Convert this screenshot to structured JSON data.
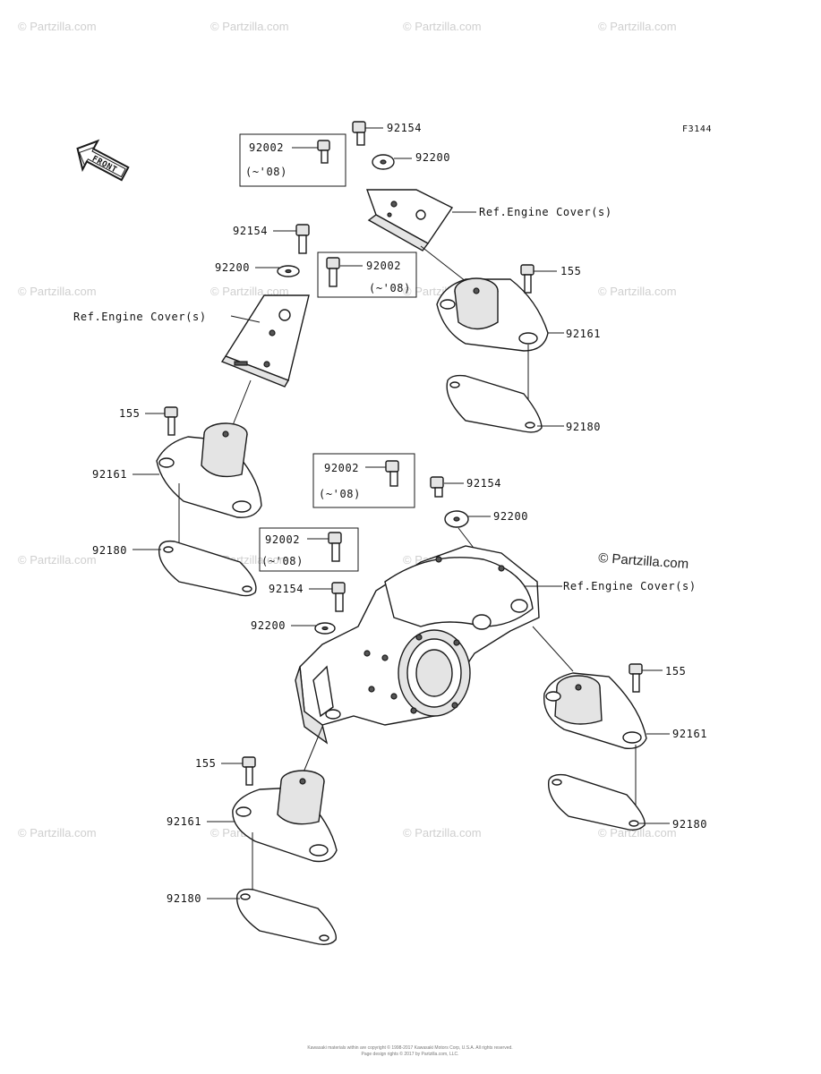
{
  "diagram_code": "F3144",
  "front_label": "FRONT",
  "watermark_text": "© Partzilla.com",
  "watermark_main": "© Partzilla.com",
  "copyright_line1": "Kawasaki materials within are copyright © 1998-2017 Kawasaki Motors Corp, U.S.A. All rights reserved.",
  "copyright_line2": "Page design rights © 2017 by Partzilla.com, LLC.",
  "parts": {
    "p92154": "92154",
    "p92200": "92200",
    "p92002": "92002",
    "p155": "155",
    "p92161": "92161",
    "p92180": "92180"
  },
  "notes": {
    "year_range": "(~'08)",
    "ref_engine_cover": "Ref.Engine Cover(s)"
  },
  "colors": {
    "line": "#1a1a1a",
    "watermark": "#cfcfcf"
  }
}
